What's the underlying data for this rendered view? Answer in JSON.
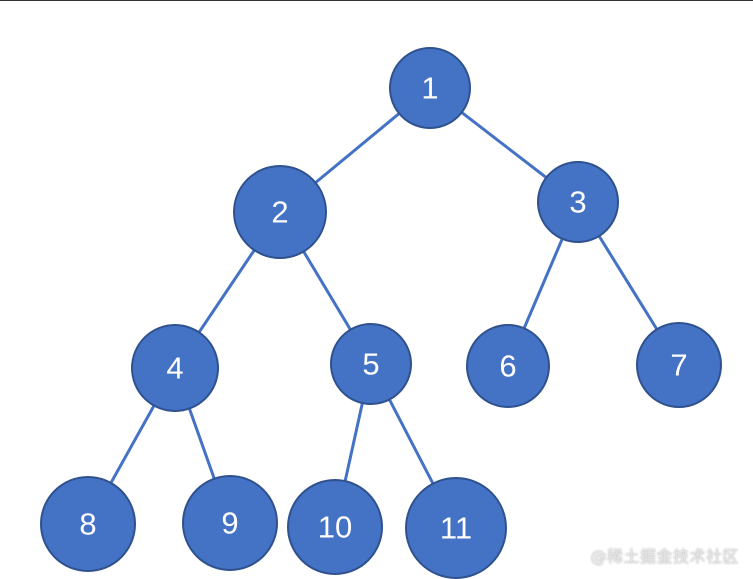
{
  "diagram": {
    "type": "binary-tree",
    "colors": {
      "node_fill": "#4472C4",
      "node_stroke": "#2F528F",
      "edge": "#4472C4",
      "label": "#ffffff"
    },
    "nodes": [
      {
        "id": "n1",
        "label": "1"
      },
      {
        "id": "n2",
        "label": "2"
      },
      {
        "id": "n3",
        "label": "3"
      },
      {
        "id": "n4",
        "label": "4"
      },
      {
        "id": "n5",
        "label": "5"
      },
      {
        "id": "n6",
        "label": "6"
      },
      {
        "id": "n7",
        "label": "7"
      },
      {
        "id": "n8",
        "label": "8"
      },
      {
        "id": "n9",
        "label": "9"
      },
      {
        "id": "n10",
        "label": "10"
      },
      {
        "id": "n11",
        "label": "11"
      }
    ],
    "edges": [
      {
        "from": "n1",
        "to": "n2"
      },
      {
        "from": "n1",
        "to": "n3"
      },
      {
        "from": "n2",
        "to": "n4"
      },
      {
        "from": "n2",
        "to": "n5"
      },
      {
        "from": "n3",
        "to": "n6"
      },
      {
        "from": "n3",
        "to": "n7"
      },
      {
        "from": "n4",
        "to": "n8"
      },
      {
        "from": "n4",
        "to": "n9"
      },
      {
        "from": "n5",
        "to": "n10"
      },
      {
        "from": "n5",
        "to": "n11"
      }
    ]
  },
  "watermark": "@稀土掘金技术社区"
}
